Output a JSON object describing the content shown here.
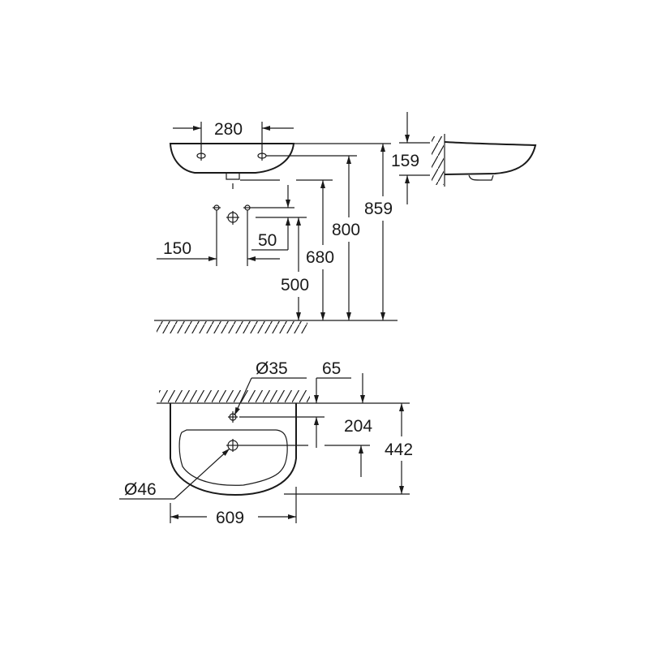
{
  "front_view": {
    "dims": {
      "tap_spacing": "280",
      "supply_spacing": "150",
      "supply_offset": "50",
      "supply_height": "500",
      "drain_height": "680",
      "tap_height": "800",
      "rim_height": "859"
    }
  },
  "side_view": {
    "dims": {
      "depth": "159"
    }
  },
  "plan_view": {
    "dims": {
      "tap_hole": "Ø35",
      "tap_offset": "65",
      "drain_offset": "204",
      "projection": "442",
      "drain_hole": "Ø46",
      "width": "609"
    }
  }
}
